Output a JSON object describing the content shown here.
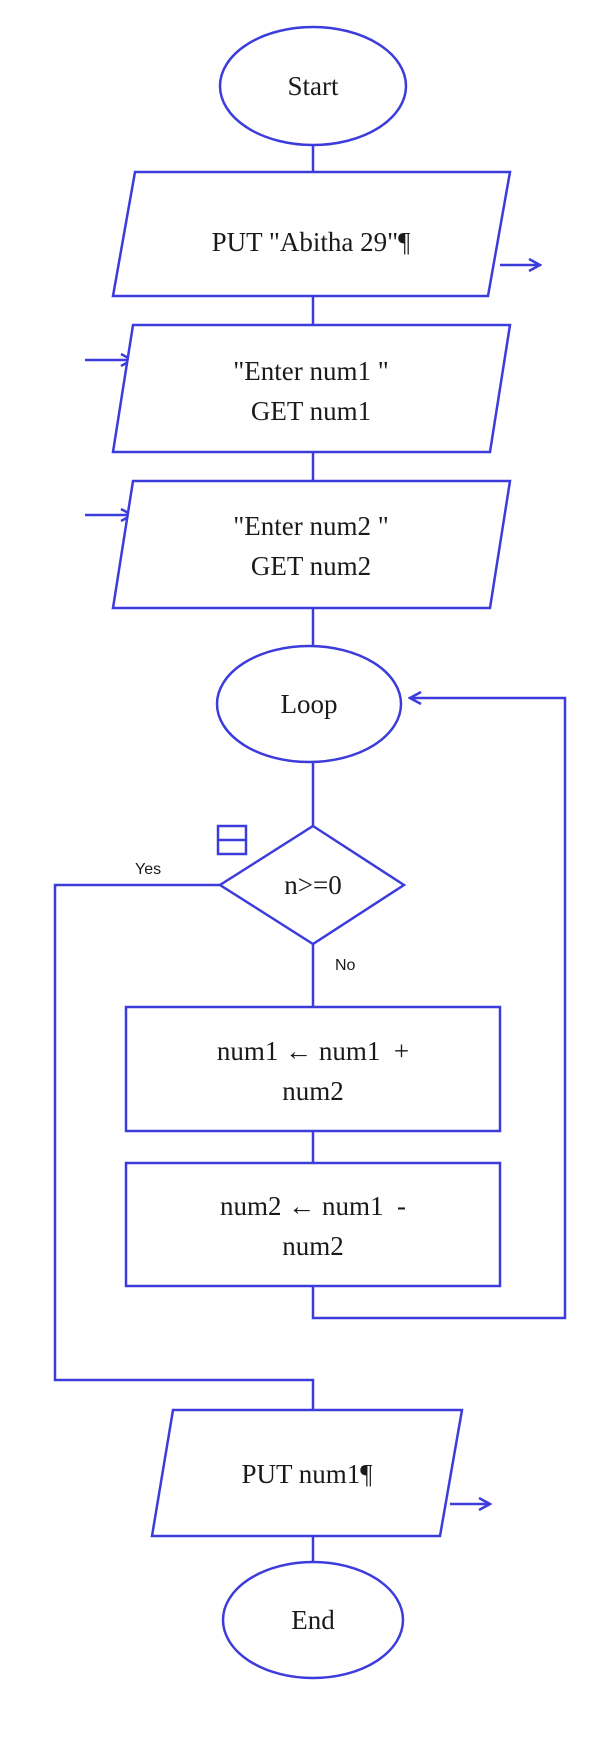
{
  "diagram": {
    "colors": {
      "stroke": "#3c3cdc",
      "text": "#1a1a1a",
      "background": "#ffffff"
    },
    "nodes": {
      "start": {
        "shape": "terminator",
        "text": "Start"
      },
      "put_name": {
        "shape": "output",
        "text": "PUT \"Abitha 29\"¶"
      },
      "input_num1": {
        "shape": "input",
        "line1": "\"Enter num1 \"",
        "line2": "GET num1"
      },
      "input_num2": {
        "shape": "input",
        "line1": "\"Enter num2 \"",
        "line2": "GET num2"
      },
      "loop": {
        "shape": "terminator",
        "text": "Loop"
      },
      "decision": {
        "shape": "decision",
        "text": "n>=0"
      },
      "process1": {
        "shape": "process",
        "line1": "num1 ← num1  +",
        "line2": "num2"
      },
      "process2": {
        "shape": "process",
        "line1": "num2 ← num1  -",
        "line2": "num2"
      },
      "put_result": {
        "shape": "output",
        "text": "PUT num1¶"
      },
      "end": {
        "shape": "terminator",
        "text": "End"
      }
    },
    "edge_labels": {
      "yes": "Yes",
      "no": "No"
    },
    "edges": [
      {
        "from": "start",
        "to": "put_name"
      },
      {
        "from": "put_name",
        "to": "input_num1"
      },
      {
        "from": "input_num1",
        "to": "input_num2"
      },
      {
        "from": "input_num2",
        "to": "loop"
      },
      {
        "from": "loop",
        "to": "decision"
      },
      {
        "from": "decision",
        "to": "process1",
        "label": "No"
      },
      {
        "from": "process1",
        "to": "process2"
      },
      {
        "from": "process2",
        "to": "loop"
      },
      {
        "from": "decision",
        "to": "put_result",
        "label": "Yes"
      },
      {
        "from": "put_result",
        "to": "end"
      }
    ]
  }
}
